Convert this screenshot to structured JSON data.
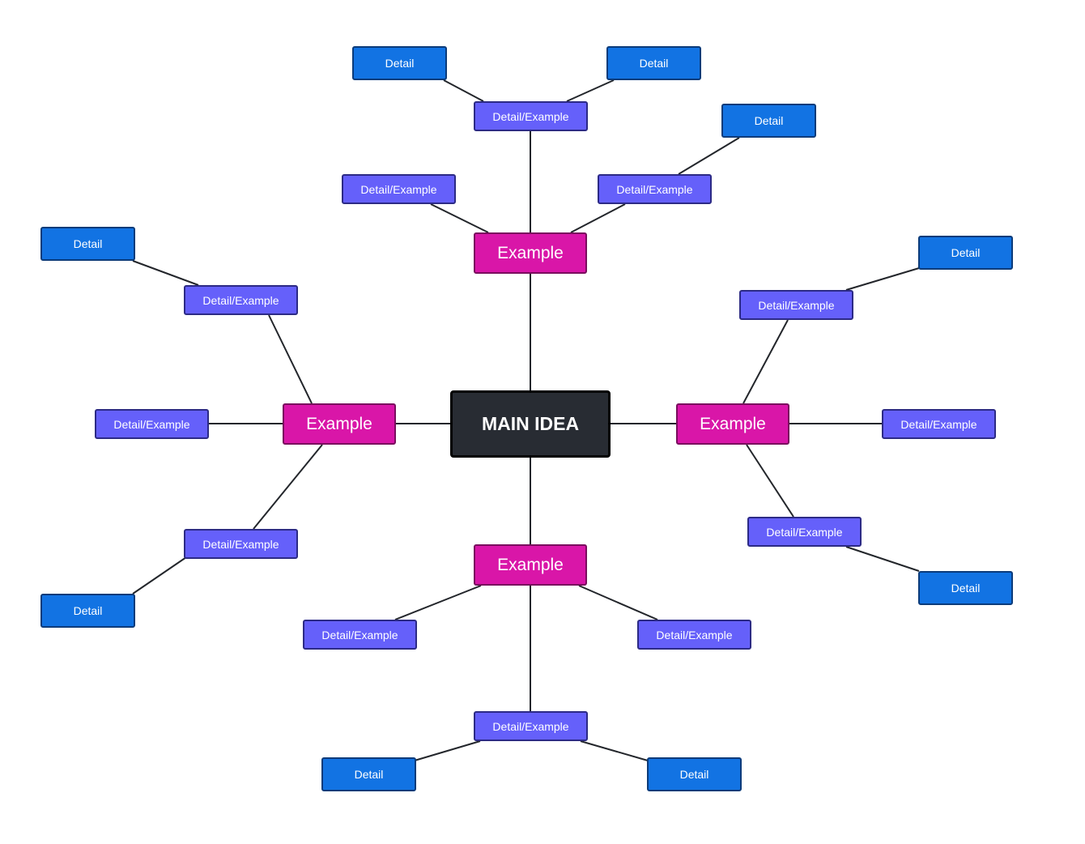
{
  "title": "Mind Map",
  "colors": {
    "main": "#282c33",
    "example": "#d916a8",
    "detail_example": "#6560fa",
    "detail": "#1273e3",
    "connector": "#23262b"
  },
  "main_idea": {
    "label": "MAIN IDEA"
  },
  "branches": [
    {
      "id": "top",
      "label": "Example",
      "children": [
        {
          "label": "Detail/Example",
          "children": []
        },
        {
          "label": "Detail/Example",
          "children": [
            {
              "label": "Detail"
            },
            {
              "label": "Detail"
            }
          ]
        },
        {
          "label": "Detail/Example",
          "children": [
            {
              "label": "Detail"
            }
          ]
        }
      ]
    },
    {
      "id": "left",
      "label": "Example",
      "children": [
        {
          "label": "Detail/Example",
          "children": [
            {
              "label": "Detail"
            }
          ]
        },
        {
          "label": "Detail/Example",
          "children": []
        },
        {
          "label": "Detail/Example",
          "children": [
            {
              "label": "Detail"
            }
          ]
        }
      ]
    },
    {
      "id": "right",
      "label": "Example",
      "children": [
        {
          "label": "Detail/Example",
          "children": [
            {
              "label": "Detail"
            }
          ]
        },
        {
          "label": "Detail/Example",
          "children": []
        },
        {
          "label": "Detail/Example",
          "children": [
            {
              "label": "Detail"
            }
          ]
        }
      ]
    },
    {
      "id": "bottom",
      "label": "Example",
      "children": [
        {
          "label": "Detail/Example",
          "children": []
        },
        {
          "label": "Detail/Example",
          "children": []
        },
        {
          "label": "Detail/Example",
          "children": [
            {
              "label": "Detail"
            },
            {
              "label": "Detail"
            }
          ]
        }
      ]
    }
  ]
}
